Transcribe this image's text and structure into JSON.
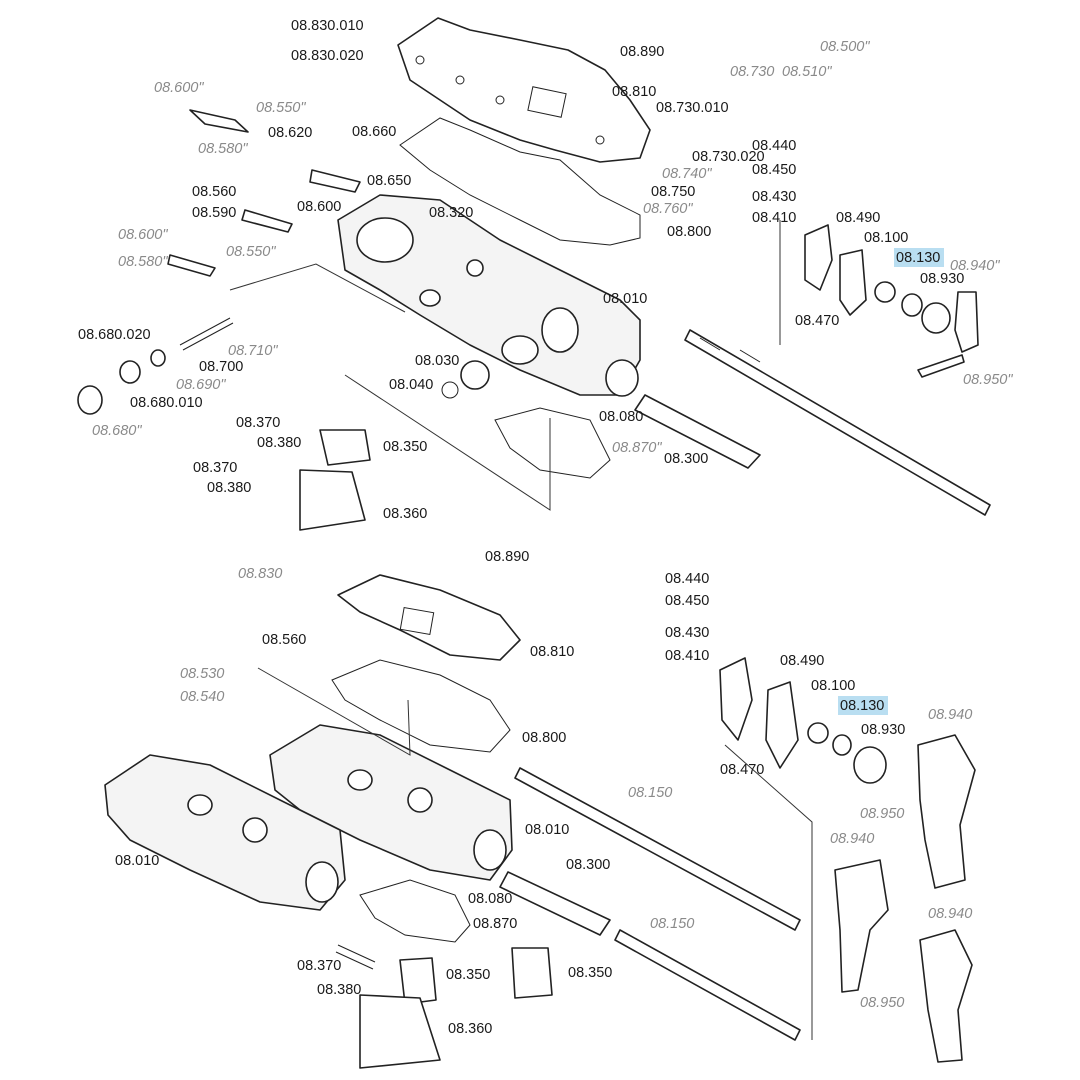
{
  "highlight_color": "#b9def1",
  "top_labels": [
    {
      "text": "08.830.010",
      "style": "normal"
    },
    {
      "text": "08.830.020",
      "style": "normal"
    },
    {
      "text": "08.890",
      "style": "normal"
    },
    {
      "text": "08.500\"",
      "style": "alt"
    },
    {
      "text": "08.730",
      "style": "alt"
    },
    {
      "text": "08.510\"",
      "style": "alt"
    },
    {
      "text": "08.600\"",
      "style": "alt"
    },
    {
      "text": "08.550\"",
      "style": "alt"
    },
    {
      "text": "08.810",
      "style": "normal"
    },
    {
      "text": "08.730.010",
      "style": "normal"
    },
    {
      "text": "08.580\"",
      "style": "alt"
    },
    {
      "text": "08.620",
      "style": "normal"
    },
    {
      "text": "08.660",
      "style": "normal"
    },
    {
      "text": "08.440",
      "style": "normal"
    },
    {
      "text": "08.730.020",
      "style": "normal"
    },
    {
      "text": "08.740\"",
      "style": "alt"
    },
    {
      "text": "08.450",
      "style": "normal"
    },
    {
      "text": "08.650",
      "style": "normal"
    },
    {
      "text": "08.750",
      "style": "normal"
    },
    {
      "text": "08.560",
      "style": "normal"
    },
    {
      "text": "08.430",
      "style": "normal"
    },
    {
      "text": "08.590",
      "style": "normal"
    },
    {
      "text": "08.600",
      "style": "normal"
    },
    {
      "text": "08.760\"",
      "style": "alt"
    },
    {
      "text": "08.410",
      "style": "normal"
    },
    {
      "text": "08.490",
      "style": "normal"
    },
    {
      "text": "08.320",
      "style": "normal"
    },
    {
      "text": "08.800",
      "style": "normal"
    },
    {
      "text": "08.100",
      "style": "normal"
    },
    {
      "text": "08.600\"",
      "style": "alt"
    },
    {
      "text": "08.550\"",
      "style": "alt"
    },
    {
      "text": "08.130",
      "style": "highlight"
    },
    {
      "text": "08.940\"",
      "style": "alt"
    },
    {
      "text": "08.580\"",
      "style": "alt"
    },
    {
      "text": "08.930",
      "style": "normal"
    },
    {
      "text": "08.010",
      "style": "normal"
    },
    {
      "text": "08.470",
      "style": "normal"
    },
    {
      "text": "08.680.020",
      "style": "normal"
    },
    {
      "text": "08.700",
      "style": "normal"
    },
    {
      "text": "08.710\"",
      "style": "alt"
    },
    {
      "text": "08.030",
      "style": "normal"
    },
    {
      "text": "08.690\"",
      "style": "alt"
    },
    {
      "text": "08.040",
      "style": "normal"
    },
    {
      "text": "08.950\"",
      "style": "alt"
    },
    {
      "text": "08.680.010",
      "style": "normal"
    },
    {
      "text": "08.370",
      "style": "normal"
    },
    {
      "text": "08.680\"",
      "style": "alt"
    },
    {
      "text": "08.080",
      "style": "normal"
    },
    {
      "text": "08.380",
      "style": "normal"
    },
    {
      "text": "08.350",
      "style": "normal"
    },
    {
      "text": "08.870\"",
      "style": "alt"
    },
    {
      "text": "08.370",
      "style": "normal"
    },
    {
      "text": "08.300",
      "style": "normal"
    },
    {
      "text": "08.380",
      "style": "normal"
    },
    {
      "text": "08.360",
      "style": "normal"
    }
  ],
  "bottom_labels": [
    {
      "text": "08.830",
      "style": "alt"
    },
    {
      "text": "08.890",
      "style": "normal"
    },
    {
      "text": "08.440",
      "style": "normal"
    },
    {
      "text": "08.450",
      "style": "normal"
    },
    {
      "text": "08.810",
      "style": "normal"
    },
    {
      "text": "08.430",
      "style": "normal"
    },
    {
      "text": "08.560",
      "style": "normal"
    },
    {
      "text": "08.410",
      "style": "normal"
    },
    {
      "text": "08.490",
      "style": "normal"
    },
    {
      "text": "08.530",
      "style": "alt"
    },
    {
      "text": "08.100",
      "style": "normal"
    },
    {
      "text": "08.540",
      "style": "alt"
    },
    {
      "text": "08.130",
      "style": "highlight"
    },
    {
      "text": "08.940",
      "style": "alt"
    },
    {
      "text": "08.930",
      "style": "normal"
    },
    {
      "text": "08.800",
      "style": "normal"
    },
    {
      "text": "08.470",
      "style": "normal"
    },
    {
      "text": "08.150",
      "style": "alt"
    },
    {
      "text": "08.950",
      "style": "alt"
    },
    {
      "text": "08.010",
      "style": "normal"
    },
    {
      "text": "08.010",
      "style": "normal"
    },
    {
      "text": "08.940",
      "style": "alt"
    },
    {
      "text": "08.300",
      "style": "normal"
    },
    {
      "text": "08.080",
      "style": "normal"
    },
    {
      "text": "08.870",
      "style": "normal"
    },
    {
      "text": "08.940",
      "style": "alt"
    },
    {
      "text": "08.150",
      "style": "alt"
    },
    {
      "text": "08.370",
      "style": "normal"
    },
    {
      "text": "08.350",
      "style": "normal"
    },
    {
      "text": "08.350",
      "style": "normal"
    },
    {
      "text": "08.380",
      "style": "normal"
    },
    {
      "text": "08.950",
      "style": "alt"
    },
    {
      "text": "08.360",
      "style": "normal"
    }
  ]
}
